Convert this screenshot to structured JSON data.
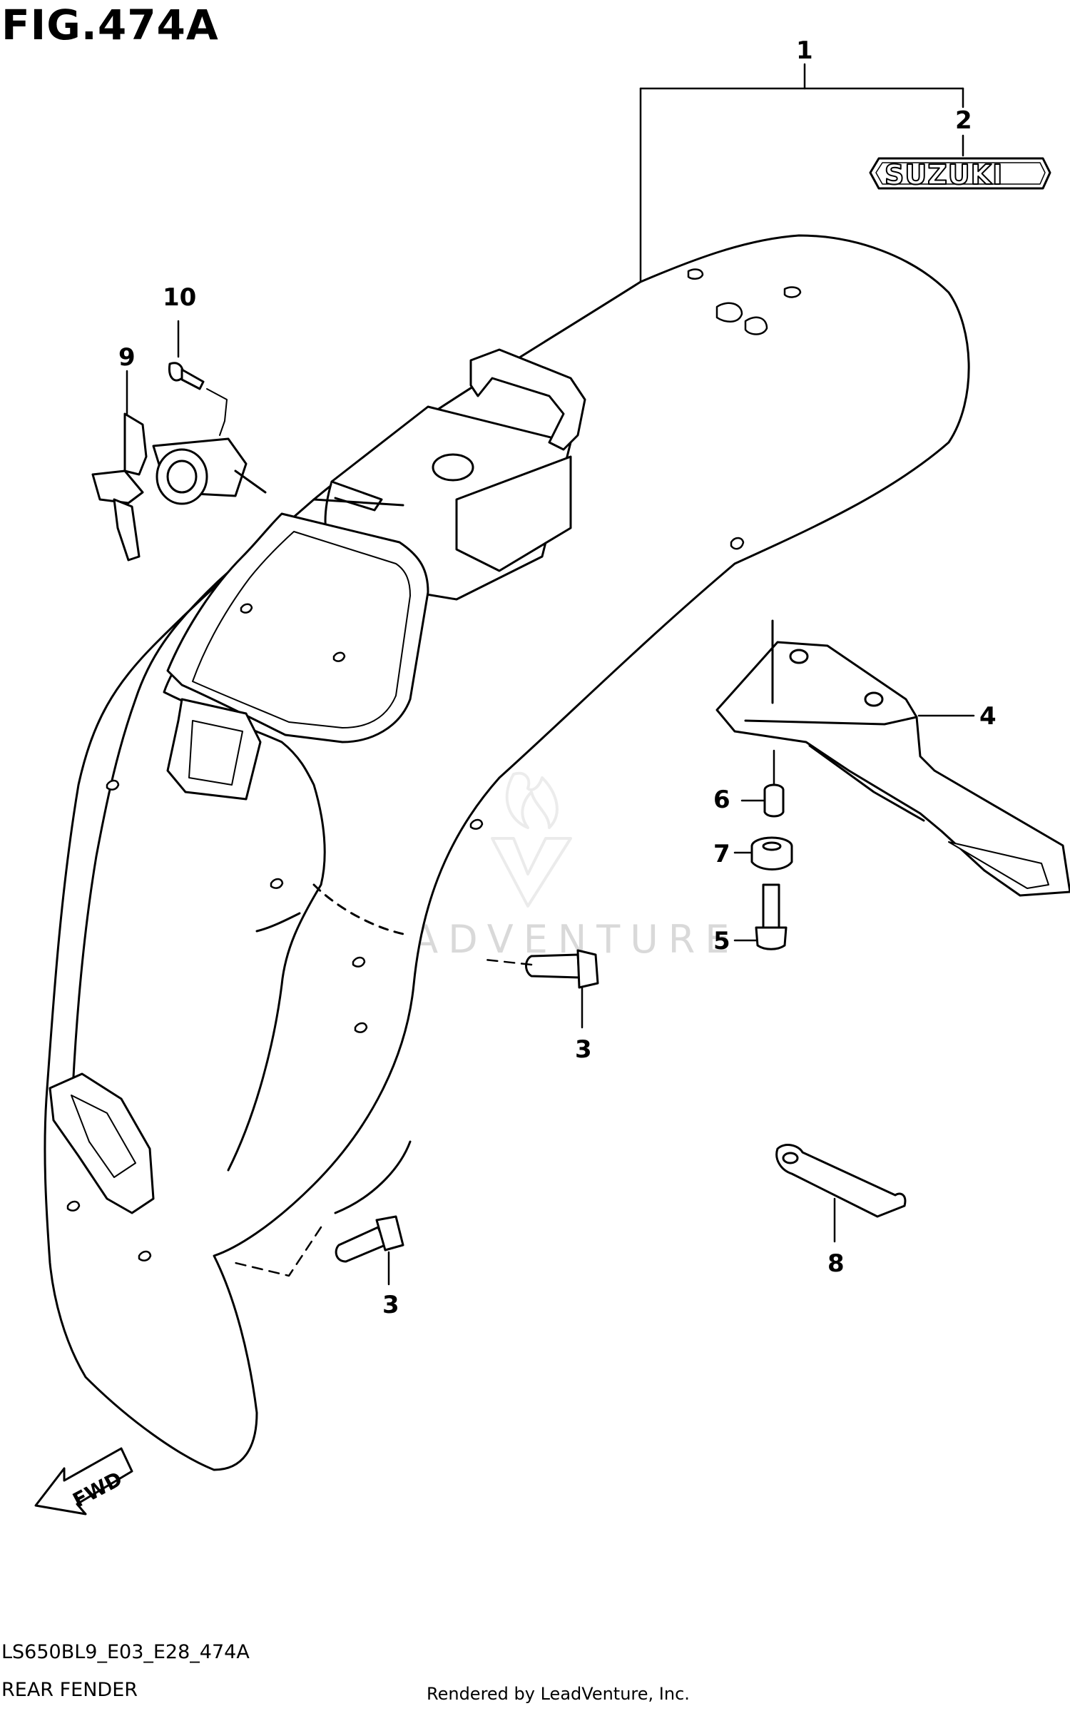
{
  "figure": {
    "title": "FIG.474A"
  },
  "callouts": {
    "c1": "1",
    "c2": "2",
    "c3a": "3",
    "c3b": "3",
    "c4": "4",
    "c5": "5",
    "c6": "6",
    "c7": "7",
    "c8": "8",
    "c9": "9",
    "c10": "10"
  },
  "emblem": {
    "text": "SUZUKI"
  },
  "direction": {
    "label": "FWD"
  },
  "watermark": {
    "text": "LEADVENTURE"
  },
  "footer": {
    "code": "LS650BL9_E03_E28_474A",
    "name": "REAR FENDER",
    "credit": "Rendered by LeadVenture, Inc."
  }
}
